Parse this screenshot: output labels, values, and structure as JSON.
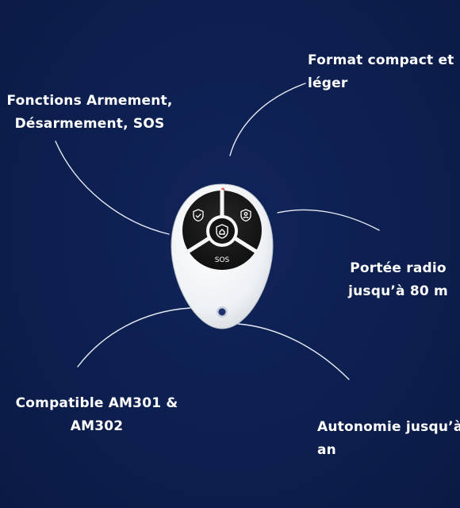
{
  "features": {
    "top_left": "Fonctions Armement,\nDésarmement, SOS",
    "top_right": "Format compact et\nléger",
    "mid_right": "Portée radio\njusqu’à 80 m",
    "bottom_left": "Compatible AM301 &\nAM302",
    "bottom_right": "Autonomie jusqu’à\nan"
  },
  "remote": {
    "sos_label": "SOS",
    "led_color": "#e8362d",
    "body_color": "#f4f6f8",
    "button_color": "#141414"
  },
  "colors": {
    "background": "#0d1f4f",
    "text": "#ffffff"
  }
}
